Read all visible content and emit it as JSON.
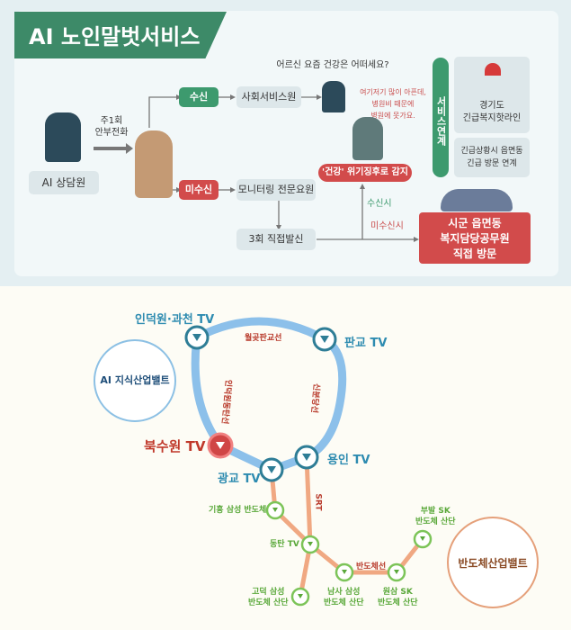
{
  "service": {
    "title": "AI 노인말벗서비스",
    "ai_counselor": "AI 상담원",
    "weekly_call": "주1회\n안부전화",
    "received": "수신",
    "missed": "미수신",
    "social_worker": "사회서비스원",
    "monitoring": "모니터링 전문요원",
    "direct_call": "3회 직접발신",
    "question": "어르신 요즘 건강은 어떠세요?",
    "answer": "여기저기 많이 아픈데,\n병원비 때문에\n병원에 못가요.",
    "detect": "'건강' 위기징후로 감지",
    "on_received": "수신시",
    "on_missed": "미수신시",
    "link_label": "서비스연계",
    "hotline": "경기도\n긴급복지핫라인",
    "emergency": "긴급상황시 읍면동\n긴급 방문 연계",
    "visit": "시군 읍면동\n복지담당공무원\n직접 방문"
  },
  "map": {
    "ai_belt": "AI 지식산업밸트",
    "semi_belt": "반도체산업밸트",
    "stations": {
      "indeogwon": "인덕원·과천 TV",
      "pangyo": "판교 TV",
      "buksuwon": "북수원 TV",
      "gwanggyo": "광교 TV",
      "yongin": "용인 TV",
      "giheung": "기흥 삼성 반도체",
      "dongtan": "동탄 TV",
      "godeok": "고덕 삼성\n반도체 산단",
      "namsa": "남사 삼성\n반도체 산단",
      "wonsam": "원삼 SK\n반도체 산단",
      "bubal": "부발 SK\n반도체 산단"
    },
    "lines": {
      "wolgot": "월곶판교선",
      "indeogwon_dongtan": "인덕원동탄선",
      "sinbundang": "신분당선",
      "srt": "SRT",
      "semi": "반도체선"
    }
  }
}
